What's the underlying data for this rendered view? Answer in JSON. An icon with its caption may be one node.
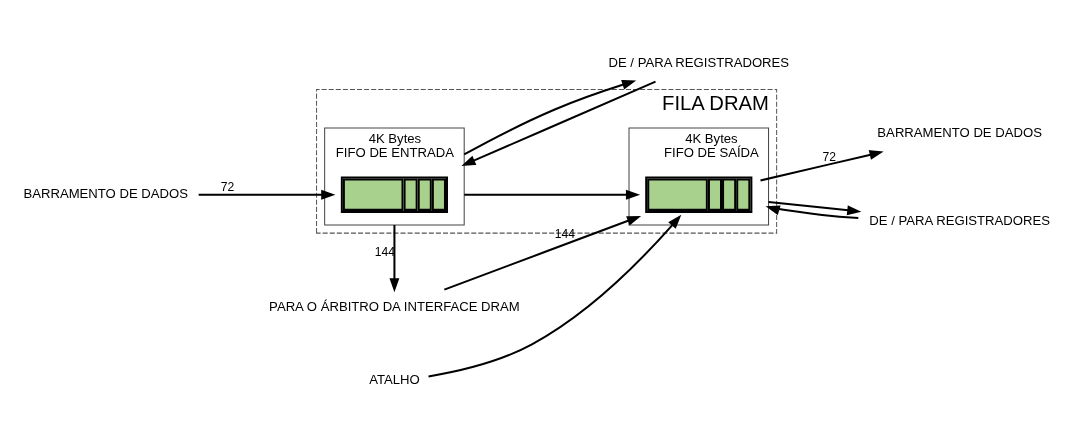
{
  "diagram": {
    "nodes": [
      {
        "text": [
          "PARA O ÁRBITRO DA INTERFACE DRAM"
        ]
      },
      {
        "text": [
          "FILA DRAM"
        ]
      },
      {
        "text": [
          "BARRAMENTO DE DADOS"
        ]
      },
      {
        "text": [
          "4K Bytes",
          "FIFO DE ENTRADA"
        ],
        "in": 1
      },
      {
        "text": [],
        "shape": "bar",
        "in": 3
      },
      {
        "text": [
          "4K Bytes",
          "FIFO DE SAÍDA"
        ],
        "in": 1
      },
      {
        "text": [],
        "shape": "bar",
        "in": 5
      },
      {
        "text": [
          "BARRAMENTO DE DADOS"
        ]
      },
      {
        "text": [
          "ATALHO"
        ]
      },
      {
        "text": [
          "DE / PARA REGISTRADORES"
        ]
      },
      {
        "text": [
          "DE / PARA REGISTRADORES"
        ]
      }
    ],
    "edges": [
      {
        "from": 2,
        "to": 4,
        "arrow": "to",
        "label": "72"
      },
      {
        "from": 3,
        "to": 0,
        "arrow": "to",
        "label": "144"
      },
      {
        "from": 0,
        "to": 6,
        "arrow": "to",
        "label": "144"
      },
      {
        "from": 3,
        "to": 6,
        "arrow": "to"
      },
      {
        "from": 8,
        "to": 6,
        "arrow": "to"
      },
      {
        "from": 6,
        "to": 7,
        "arrow": "to",
        "label": "72"
      },
      {
        "from": 3,
        "to": 9,
        "arrow": "to"
      },
      {
        "from": 9,
        "to": 3,
        "arrow": "to"
      },
      {
        "from": 5,
        "to": 10,
        "arrow": "to"
      },
      {
        "from": 10,
        "to": 5,
        "arrow": "to"
      }
    ]
  }
}
